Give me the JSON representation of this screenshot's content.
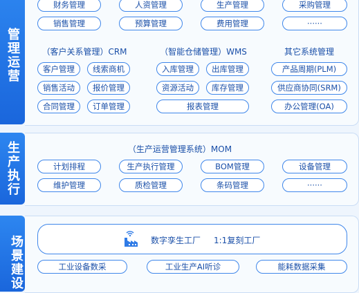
{
  "sections": {
    "management": {
      "label": "管理运营",
      "top_row1": [
        "财务管理",
        "人资管理",
        "生产管理",
        "采购管理"
      ],
      "top_row2": [
        "销售管理",
        "预算管理",
        "费用管理",
        "······"
      ],
      "crm": {
        "title": "（客户关系管理）CRM",
        "items": [
          "客户管理",
          "线索商机",
          "销售活动",
          "报价管理",
          "合同管理",
          "订单管理"
        ]
      },
      "wms": {
        "title": "（智能仓储管理）WMS",
        "items": [
          "入库管理",
          "出库管理",
          "资源活动",
          "库存管理",
          "报表管理"
        ]
      },
      "other": {
        "title": "其它系统管理",
        "items": [
          "产品周期(PLM)",
          "供应商协同(SRM)",
          "办公管理(OA)"
        ]
      }
    },
    "production": {
      "label": "生产执行",
      "mom_title": "（生产运营管理系统）MOM",
      "row1": [
        "计划排程",
        "生产执行管理",
        "BOM管理",
        "设备管理"
      ],
      "row2": [
        "维护管理",
        "质检管理",
        "条码管理",
        "······"
      ]
    },
    "scenario": {
      "label": "场景建设",
      "twin_text": "数字孪生工厂",
      "twin_text2": "1:1复刻工厂",
      "twin_icon": "factory-icon",
      "row1": [
        "工业设备数采",
        "工业生产AI听诊",
        "能耗数据采集"
      ]
    }
  }
}
